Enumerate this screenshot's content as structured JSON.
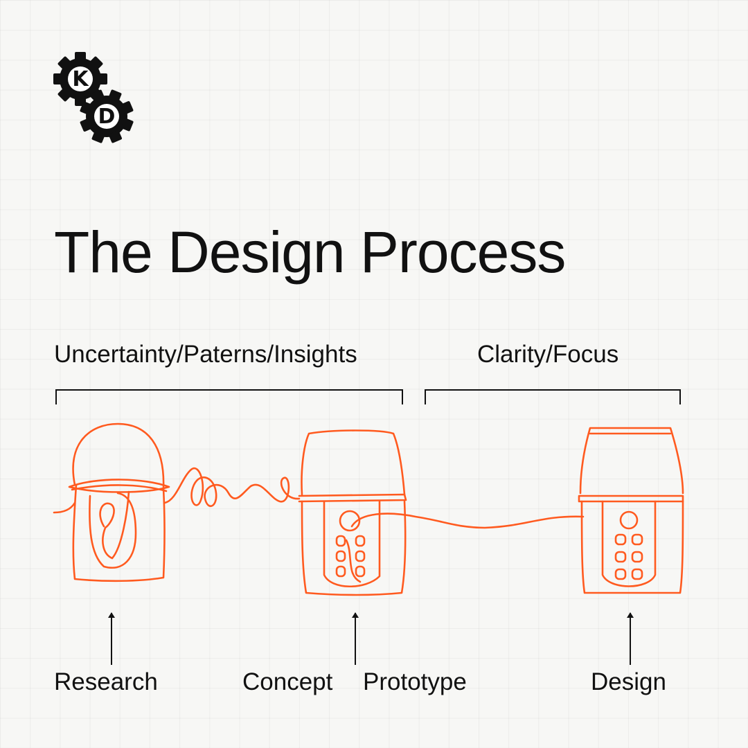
{
  "logo": {
    "letters": [
      "K",
      "D"
    ],
    "icon": "gear-icon"
  },
  "title": "The Design Process",
  "phases": [
    {
      "label": "Uncertainty/Paterns/Insights"
    },
    {
      "label": "Clarity/Focus"
    }
  ],
  "stages": [
    {
      "label": "Research"
    },
    {
      "label": "Concept"
    },
    {
      "label": "Prototype"
    },
    {
      "label": "Design"
    }
  ],
  "colors": {
    "accent": "#ff5a1f",
    "ink": "#111111",
    "background": "#f7f7f5"
  }
}
